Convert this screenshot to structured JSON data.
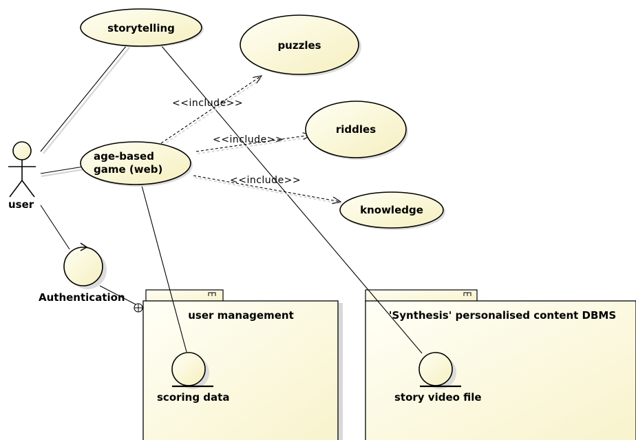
{
  "actor": {
    "label": "user",
    "icon": "stick-figure-actor-icon"
  },
  "use_cases": {
    "storytelling": "storytelling",
    "puzzles": "puzzles",
    "riddles": "riddles",
    "knowledge": "knowledge",
    "age_based_line1": "age-based",
    "age_based_line2": "game (web)"
  },
  "include_labels": {
    "puzzles": "<<include>>",
    "riddles": "<<include>>",
    "knowledge": "<<include>>"
  },
  "control": {
    "label": "Authentication",
    "icon": "control-class-icon"
  },
  "packages": {
    "user_management": {
      "title": "user management",
      "entity": "scoring data"
    },
    "content_dbms": {
      "title": "'Synthesis' personalised content DBMS",
      "entity": "story video file"
    }
  },
  "colors": {
    "node_fill_light": "#fffff3",
    "node_fill_dark": "#f6f0c2",
    "line": "#000000",
    "shadow": "#d6d6d6"
  }
}
